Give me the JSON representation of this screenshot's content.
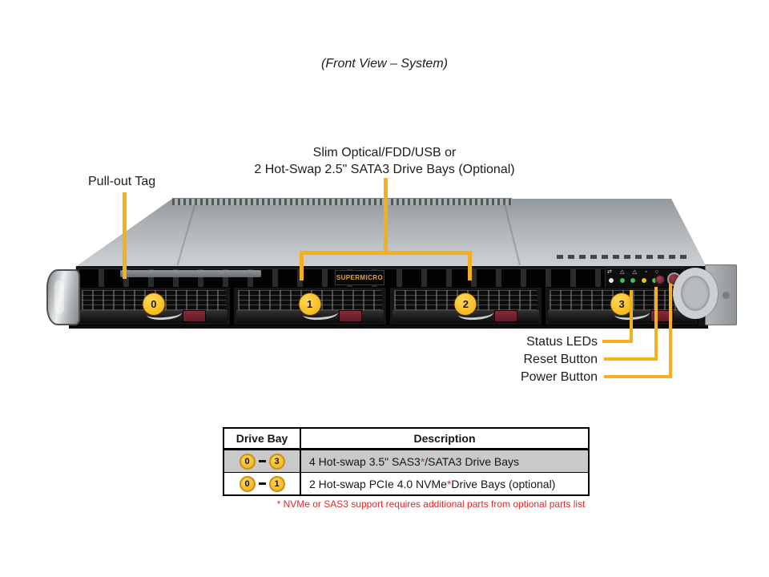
{
  "figure": {
    "title": "(Front View – System)"
  },
  "callouts": {
    "optional_bays_line1": "Slim Optical/FDD/USB or",
    "optional_bays_line2": "2 Hot-Swap 2.5\" SATA3 Drive Bays (Optional)",
    "pull_out_tag": "Pull-out Tag",
    "status_leds": "Status LEDs",
    "reset_button": "Reset Button",
    "power_button": "Power Button"
  },
  "server": {
    "brand": "SUPERMICRO",
    "drive_bay_numbers": [
      "0",
      "1",
      "2",
      "3"
    ],
    "control_panel": {
      "icons": [
        {
          "name": "nic-activity-icon",
          "glyph": "⇄"
        },
        {
          "name": "overheat-fan-fail-warning-icon",
          "glyph": "△"
        },
        {
          "name": "power-fail-warning-icon",
          "glyph": "△"
        },
        {
          "name": "hdd-activity-icon",
          "glyph": "▫"
        },
        {
          "name": "power-indicator-icon",
          "glyph": "○"
        }
      ],
      "leds": [
        {
          "name": "info-led",
          "color": "#ececec"
        },
        {
          "name": "nic1-led",
          "color": "#43c243"
        },
        {
          "name": "nic2-led",
          "color": "#43c243"
        },
        {
          "name": "hdd-led",
          "color": "#e5c714"
        },
        {
          "name": "power-led",
          "color": "#43c243"
        }
      ]
    }
  },
  "table": {
    "headers": [
      "Drive Bay",
      "Description"
    ],
    "rows": [
      {
        "bay_from": "0",
        "bay_to": "3",
        "desc_prefix": "4 Hot-swap 3.5\" SAS3",
        "desc_star": "*",
        "desc_suffix": "/SATA3 Drive Bays"
      },
      {
        "bay_from": "0",
        "bay_to": "1",
        "desc_prefix": "2 Hot-swap PCIe 4.0 NVMe",
        "desc_star": "*",
        "desc_suffix": " Drive Bays (optional)"
      }
    ]
  },
  "footnote": "* NVMe or SAS3 support requires additional parts from optional parts list",
  "colors": {
    "callout_yellow": "#F3B01C",
    "badge_yellow": "#f2ae0b",
    "table_row_gray": "#c9c9c9",
    "footnote_red": "#ee2222",
    "led_green": "#43c243",
    "led_yellow": "#e5c714",
    "led_white": "#ececec",
    "button_maroon": "#5f1c28",
    "lid_gray": "#a9aeb2"
  }
}
